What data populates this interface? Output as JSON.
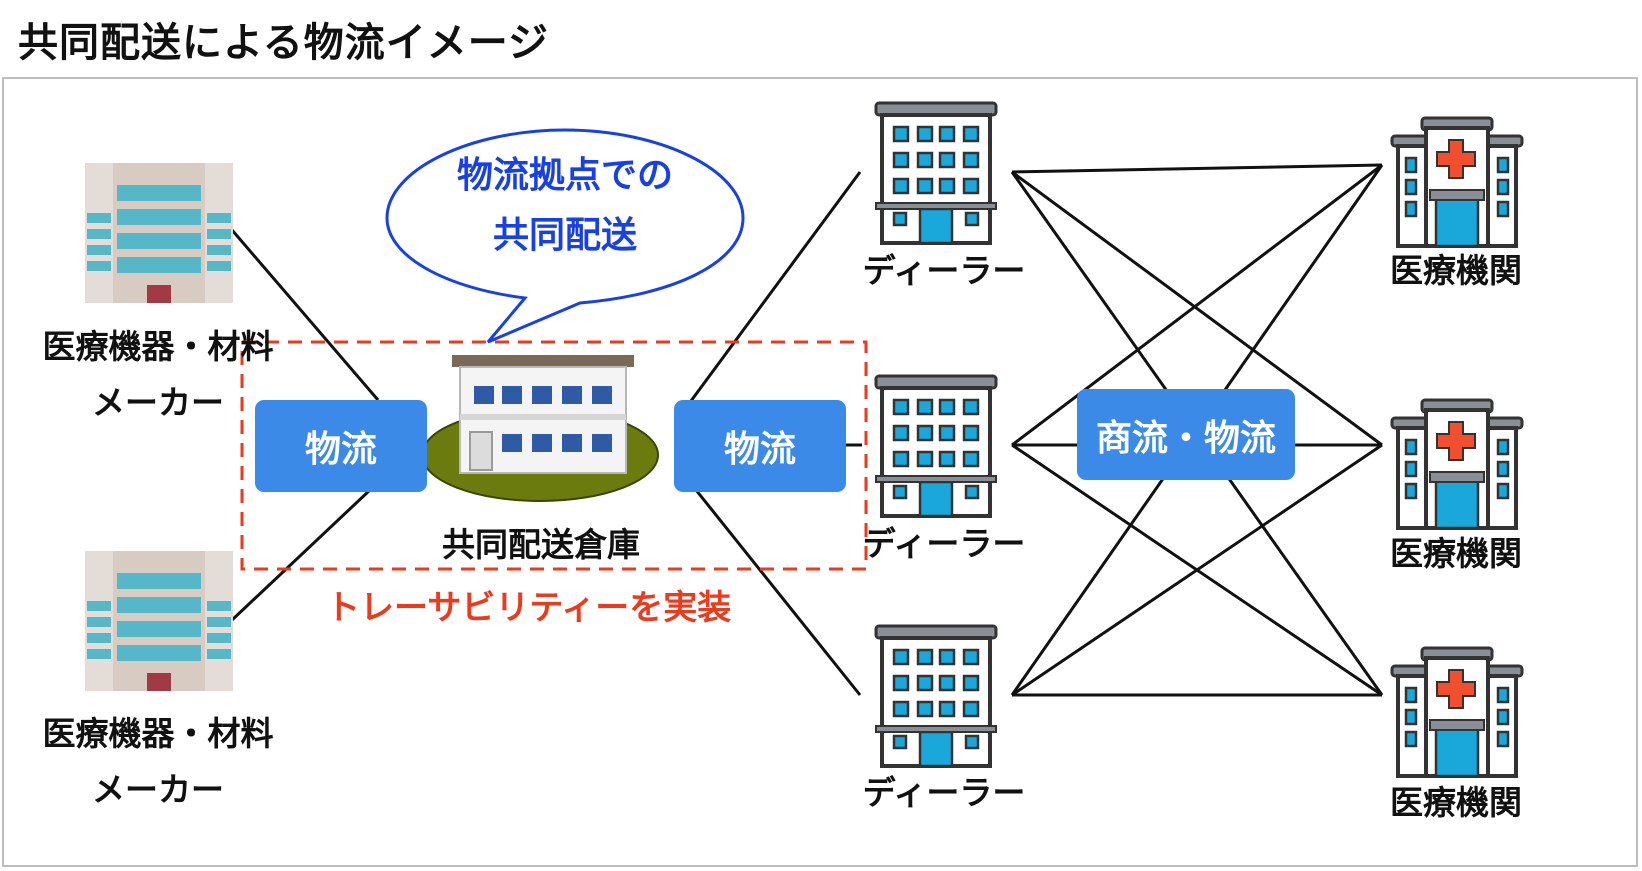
{
  "title": "共同配送による物流イメージ",
  "nodes": {
    "manufacturer_label_line1": "医療機器・材料",
    "manufacturer_label_line2": "メーカー",
    "warehouse_label": "共同配送倉庫",
    "dealer_label": "ディーラー",
    "hospital_label": "医療機関"
  },
  "boxes": {
    "logistics_left": "物流",
    "logistics_right": "物流",
    "commerce_logistics": "商流・物流"
  },
  "callout": {
    "line1": "物流拠点での",
    "line2": "共同配送"
  },
  "highlight": {
    "text": "トレーサビリティーを実装"
  },
  "colors": {
    "box": "#3b8ae8",
    "callout_text": "#1740e6",
    "highlight": "#ec3a1d"
  }
}
